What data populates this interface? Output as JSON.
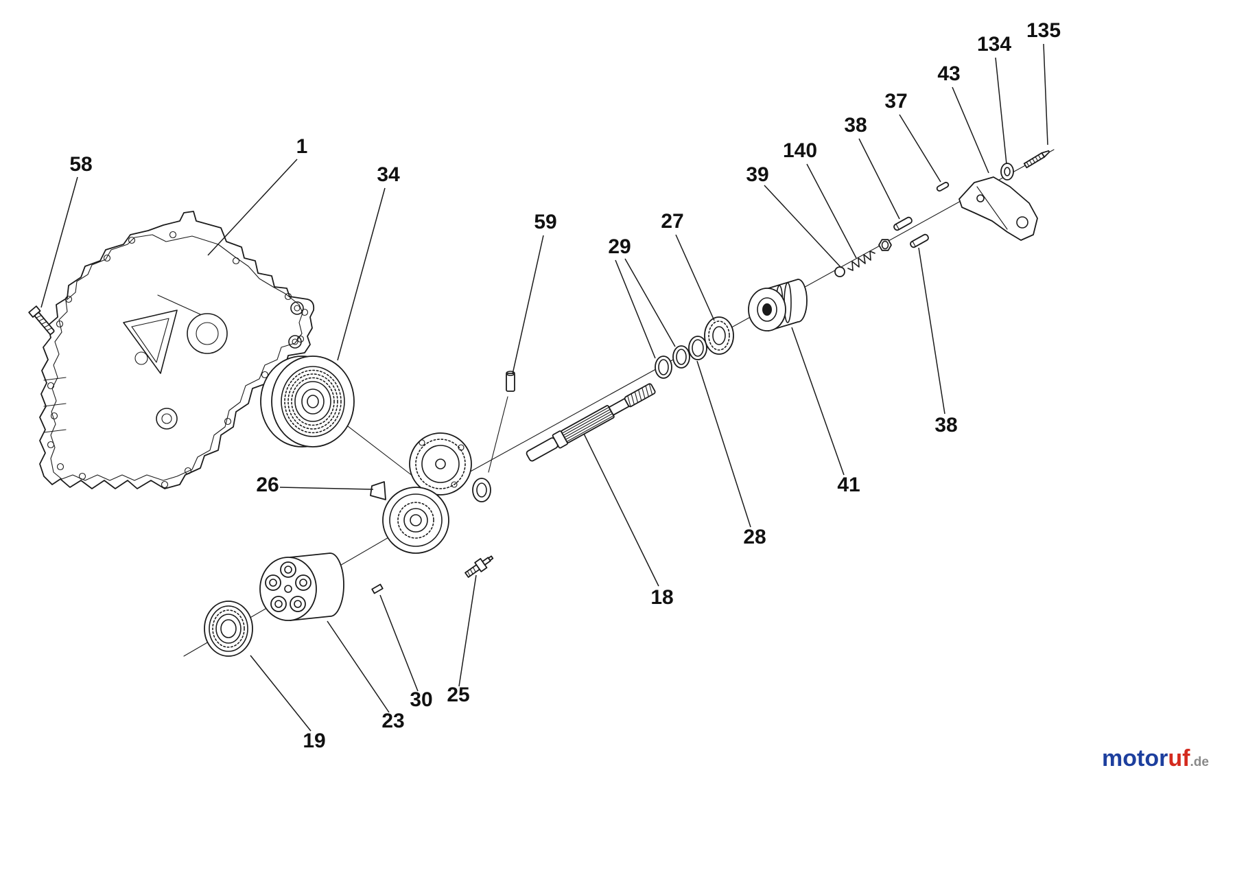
{
  "diagram": {
    "background": "#ffffff",
    "line_color": "#1a1a1a",
    "label_color": "#111111"
  },
  "labels": [
    {
      "part": "58",
      "text": "58"
    },
    {
      "part": "1",
      "text": "1"
    },
    {
      "part": "34",
      "text": "34"
    },
    {
      "part": "59",
      "text": "59"
    },
    {
      "part": "29",
      "text": "29"
    },
    {
      "part": "27",
      "text": "27"
    },
    {
      "part": "39",
      "text": "39"
    },
    {
      "part": "140",
      "text": "140"
    },
    {
      "part": "38",
      "text": "38"
    },
    {
      "part": "37",
      "text": "37"
    },
    {
      "part": "43",
      "text": "43"
    },
    {
      "part": "134",
      "text": "134"
    },
    {
      "part": "135",
      "text": "135"
    },
    {
      "part": "38",
      "text": "38"
    },
    {
      "part": "41",
      "text": "41"
    },
    {
      "part": "28",
      "text": "28"
    },
    {
      "part": "18",
      "text": "18"
    },
    {
      "part": "26",
      "text": "26"
    },
    {
      "part": "25",
      "text": "25"
    },
    {
      "part": "30",
      "text": "30"
    },
    {
      "part": "23",
      "text": "23"
    },
    {
      "part": "19",
      "text": "19"
    }
  ],
  "watermark": {
    "letters": [
      {
        "ch": "m",
        "color": "#1d3f9e"
      },
      {
        "ch": "o",
        "color": "#1d3f9e"
      },
      {
        "ch": "t",
        "color": "#1d3f9e"
      },
      {
        "ch": "o",
        "color": "#1d3f9e"
      },
      {
        "ch": "r",
        "color": "#1d3f9e"
      },
      {
        "ch": "u",
        "color": "#d42a1e"
      },
      {
        "ch": "f",
        "color": "#d42a1e"
      }
    ],
    "suffix": ".de",
    "suffix_color": "#8a8a8a"
  }
}
